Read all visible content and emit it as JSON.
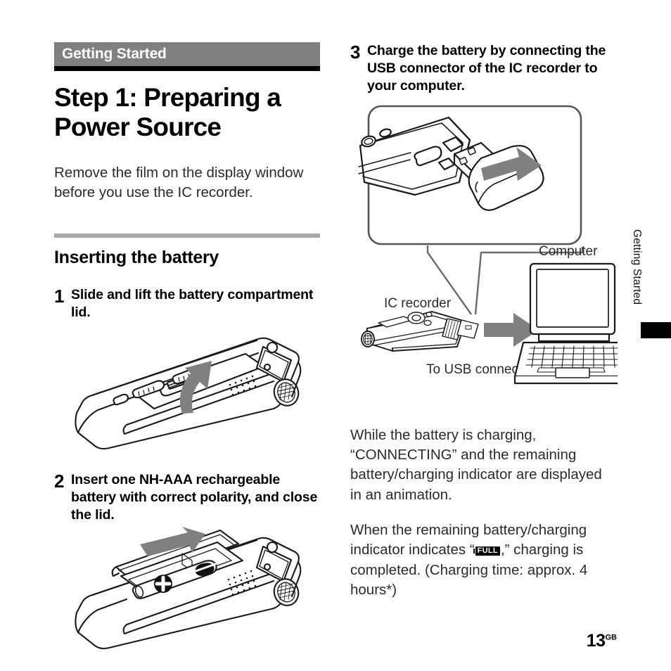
{
  "document": {
    "chapter_label": "Getting Started",
    "page_title": "Step 1: Preparing a Power Source",
    "page_number": "13",
    "page_number_suffix": "GB",
    "side_tab_label": "Getting Started"
  },
  "left_column": {
    "intro_paragraph": "Remove the film on the display window before you use the IC recorder.",
    "section_title": "Inserting the battery",
    "steps": [
      {
        "number": "1",
        "text": "Slide and lift the battery compartment lid.",
        "figure_name": "ic-recorder-lid-open-illustration"
      },
      {
        "number": "2",
        "text": "Insert one NH-AAA rechargeable battery with correct polarity, and close the lid.",
        "figure_name": "ic-recorder-battery-insert-illustration"
      }
    ]
  },
  "right_column": {
    "step": {
      "number": "3",
      "text": "Charge the battery by connecting the USB connector of the IC recorder to your computer."
    },
    "diagram": {
      "zoom_box_name": "usb-connector-closeup",
      "labels": {
        "ic_recorder": "IC recorder",
        "computer": "Computer",
        "to_usb_connector": "To USB connector"
      }
    },
    "paragraphs": [
      {
        "before_icon": "While the battery is charging, “CONNECTING” and the remaining battery/charging indicator are displayed in an animation.",
        "icon": null,
        "after_icon": null
      },
      {
        "before_icon": "When the remaining battery/charging indicator indicates “",
        "icon": "FULL",
        "after_icon": ",” charging is completed. (Charging time: approx. 4 hours*)"
      }
    ]
  },
  "colors": {
    "chapter_bar_bg": "#808080",
    "chapter_rule": "#000000",
    "section_rule": "#a8a8a8",
    "arrow_gray": "#808080",
    "body_text": "#2b2b2b",
    "heading_text": "#000000"
  }
}
